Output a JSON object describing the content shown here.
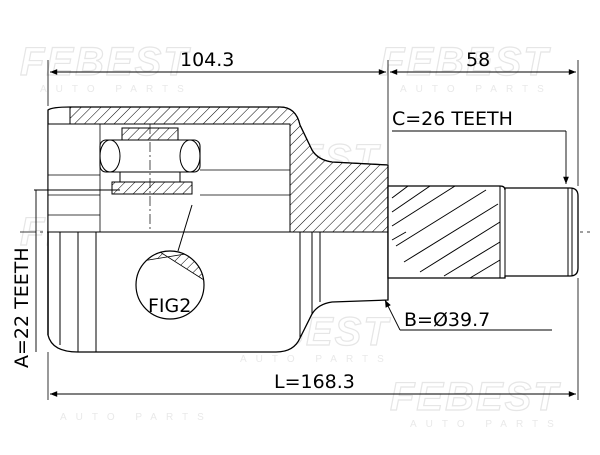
{
  "dimensions": {
    "inner_length": "104.3",
    "outer_length": "58",
    "total_length": "L=168.3",
    "spline_teeth_outer": "C=26 TEETH",
    "spline_teeth_inner": "A=22 TEETH",
    "seal_diameter": "B=Ø39.7"
  },
  "callouts": {
    "detail_label": "FIG2"
  },
  "watermark": {
    "brand": "FEBEST",
    "tagline": "AUTO PARTS"
  }
}
